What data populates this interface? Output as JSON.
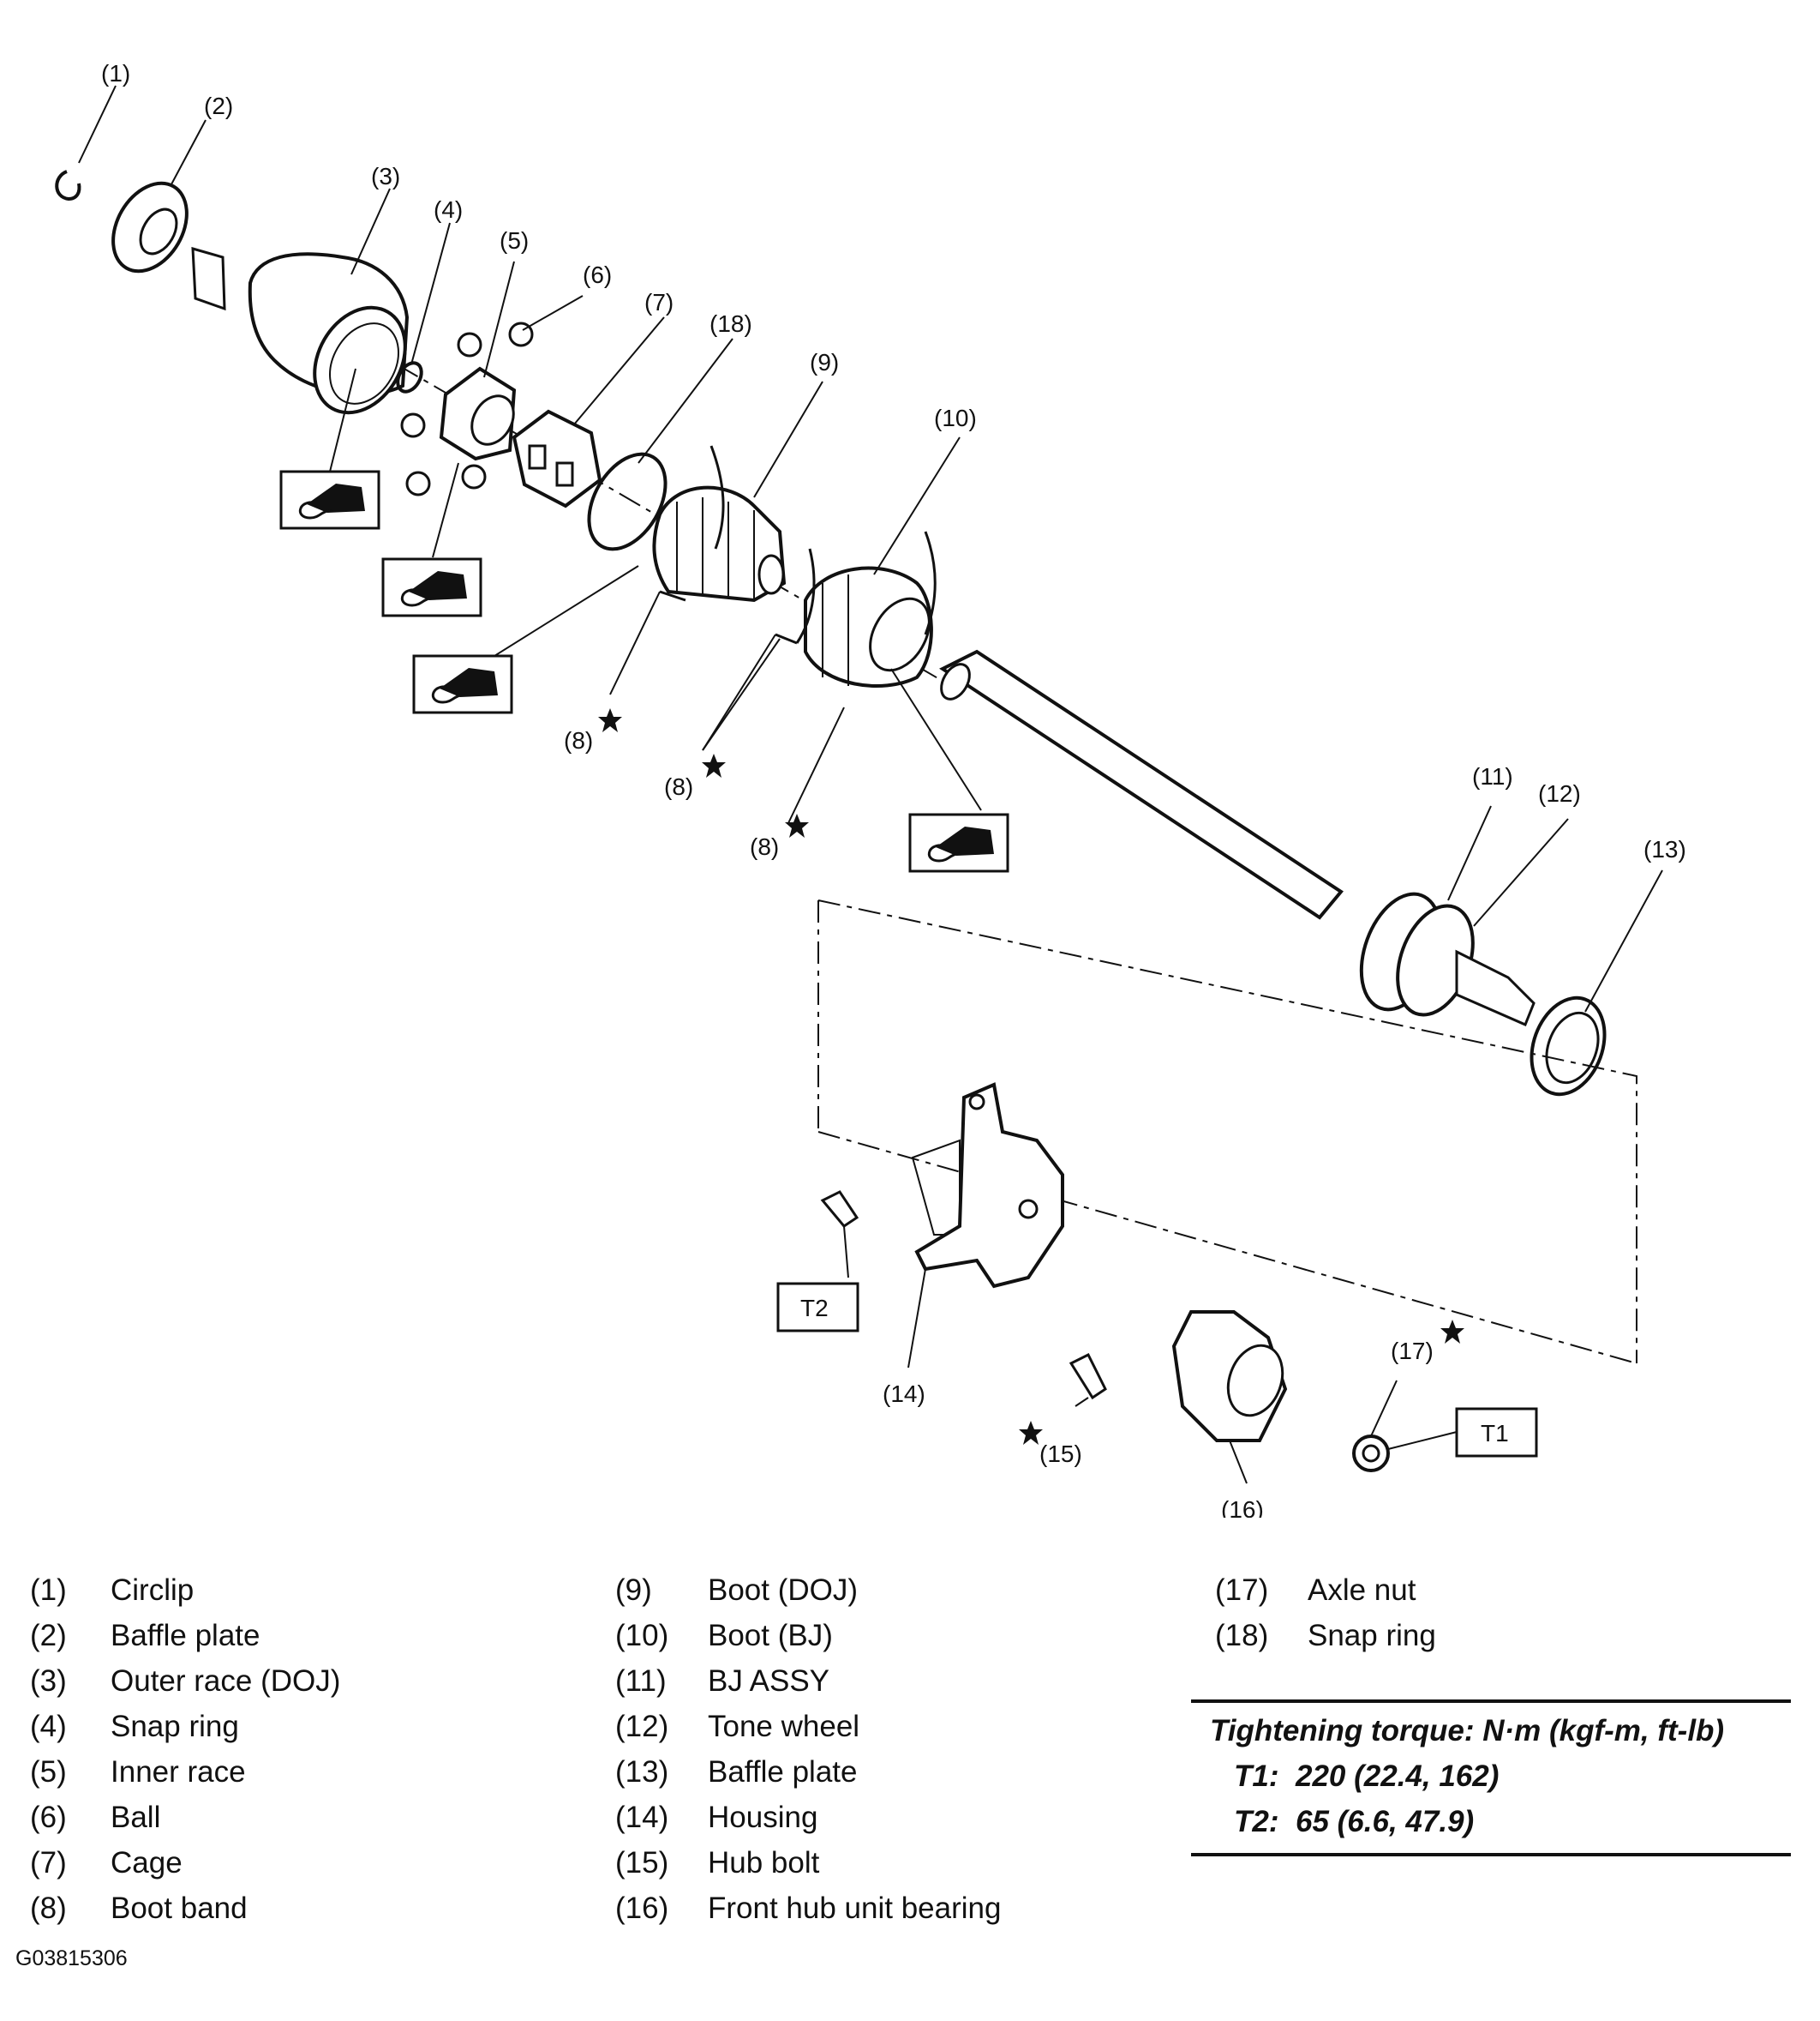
{
  "callouts": {
    "c1": "(1)",
    "c2": "(2)",
    "c3": "(3)",
    "c4": "(4)",
    "c5": "(5)",
    "c6": "(6)",
    "c7": "(7)",
    "c18": "(18)",
    "c9": "(9)",
    "c10": "(10)",
    "c8a": "(8)",
    "c8b": "(8)",
    "c8c": "(8)",
    "c11": "(11)",
    "c12": "(12)",
    "c13": "(13)",
    "c14": "(14)",
    "c15": "(15)",
    "c16": "(16)",
    "c17": "(17)",
    "t1": "T1",
    "t2": "T2"
  },
  "legend": {
    "col1": [
      {
        "num": "(1)",
        "name": "Circlip"
      },
      {
        "num": "(2)",
        "name": "Baffle plate"
      },
      {
        "num": "(3)",
        "name": "Outer race (DOJ)"
      },
      {
        "num": "(4)",
        "name": "Snap ring"
      },
      {
        "num": "(5)",
        "name": "Inner race"
      },
      {
        "num": "(6)",
        "name": "Ball"
      },
      {
        "num": "(7)",
        "name": "Cage"
      },
      {
        "num": "(8)",
        "name": "Boot band"
      }
    ],
    "col2": [
      {
        "num": "(9)",
        "name": "Boot (DOJ)"
      },
      {
        "num": "(10)",
        "name": "Boot (BJ)"
      },
      {
        "num": "(11)",
        "name": "BJ ASSY"
      },
      {
        "num": "(12)",
        "name": "Tone wheel"
      },
      {
        "num": "(13)",
        "name": "Baffle plate"
      },
      {
        "num": "(14)",
        "name": "Housing"
      },
      {
        "num": "(15)",
        "name": "Hub bolt"
      },
      {
        "num": "(16)",
        "name": "Front hub unit bearing"
      }
    ],
    "col3": [
      {
        "num": "(17)",
        "name": "Axle nut"
      },
      {
        "num": "(18)",
        "name": "Snap ring"
      }
    ]
  },
  "torque": {
    "title": "Tightening torque: N·m (kgf-m, ft-lb)",
    "rows": [
      {
        "label": "T1:",
        "value": "220 (22.4, 162)"
      },
      {
        "label": "T2:",
        "value": "65 (6.6, 47.9)"
      }
    ]
  },
  "figure_id": "G03815306",
  "icons": [
    "grease-icon",
    "star-icon"
  ]
}
